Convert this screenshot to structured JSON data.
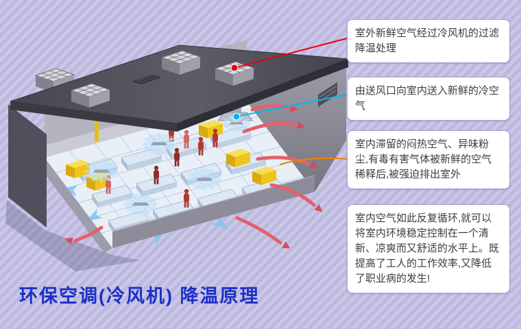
{
  "title": {
    "text": "环保空调(冷风机) 降温原理",
    "color": "#1d2fc8"
  },
  "callouts": [
    {
      "text": "室外新鲜空气经过冷风机的过滤降温处理",
      "leader_color": "#e60012",
      "marker": "dot"
    },
    {
      "text": "由送风口向室内送入新鲜的冷空气",
      "leader_color": "#00b7ee",
      "marker": "dot"
    },
    {
      "text": "室内滞留的闷热空气、异味粉尘,有毒有害气体被新鲜的空气稀释后,被强迫排出室外",
      "leader_color": "#f08300",
      "marker": "none"
    },
    {
      "text": "室内空气如此反复循环,就可以将室内环境稳定控制在一个清新、凉爽而又舒适的水平上。既提高了工人的工作效率,又降低了职业病的发生!",
      "leader_color": null,
      "marker": "none"
    }
  ],
  "colors": {
    "background_stripe_light": "#cac7e7",
    "background_stripe_dark": "#bcb8de",
    "callout_border": "#a89fd4",
    "callout_background": "#ffffff",
    "callout_text": "#3c3c3c",
    "title_blue": "#1d2fc8",
    "leader_red": "#e60012",
    "leader_cyan": "#00b7ee",
    "leader_orange": "#f08300",
    "airflow_blue": "#7dc6f0",
    "exhaust_pink": "#e4606c",
    "machine_yellow": "#f8e056",
    "worker_red": "#b23a30",
    "roof_gray": "#4a4a54"
  },
  "illustration": {
    "name": "workshop-evaporative-cooling-isometric",
    "parts": [
      "roof-cooling-units",
      "supply-duct",
      "air-diffusers",
      "workers",
      "workbenches",
      "exhaust-airflow-arrows",
      "fresh-airflow-arrows"
    ]
  }
}
